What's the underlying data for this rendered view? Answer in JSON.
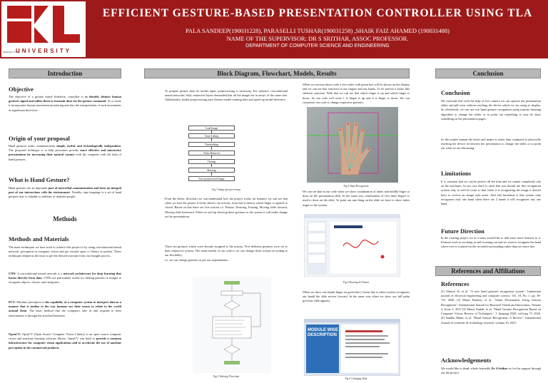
{
  "header": {
    "logo_text": "KL",
    "logo_sub": "UNIVERSITY",
    "logo_deemed": "(DEEMED TO BE",
    "title": "EFFICIENT GESTURE-BASED PRESENTATION CONTROLLER USING TLA",
    "authors": "PALA SANDEEP(190031228), PARASELLI TUSHAR(190031258) ,SHAIK FAIZ AHAMED (190031488)",
    "supervisor": "NAME OF THE SUPERVISOR: DR S SRITHAR, ASSOC PROFESSOR.",
    "department": "DEPARTMENT OF COMPUTER SCIENCE AND ENGINEERING"
  },
  "banners": {
    "left": "Introduction",
    "middle": "Block Diagram, Flowchart, Models, Results",
    "right": "Conclusion"
  },
  "left": {
    "objective_title": "Objective",
    "objective_text_1": "The objective of a gesture based slideshow controller is ",
    "objective_bold_1": "to identify distinct human gestures signal and utilize them to transmit data via the gesture command",
    "objective_text_2": ". As a result, it incorporates human movement monitoring and also the interpretation of such movements as significant directives.",
    "origin_title": "Origin of your proposal",
    "origin_text_1": "Hand gestures make communication ",
    "origin_bold_1": "simple, useful, and technologically independent",
    "origin_text_2": ". The proposed technique is to help presenters provide ",
    "origin_bold_2": "more effective and interactive presentations by increasing their natural contact",
    "origin_text_3": " with the computer with the help of hand gestures.",
    "what_title": "What is Hand Gesture?",
    "what_text_1": "Hand gestures are an important ",
    "what_bold_1": "part of nonverbal communication and form an integral part of our interactions with the environment",
    "what_text_2": ". Notably, sign language is a set of hand gestures that is valuable to millions of disabled people.",
    "methods_banner": "Methods",
    "methods_title": "Methods and Materials",
    "methods_text": "The main techniques we have used to achieve this project is by using convolutional neural network, perception in computer vision and pre existed open cv library in python. These techniques helped us the most to get the desired outcome from our thought process.",
    "cnn_label": "CNN:",
    "cnn_text_1": " A convolutional neural network is a ",
    "cnn_bold_1": "network architecture for deep learning that learns directly from data",
    "cnn_text_2": ". CNNs are particularly useful for finding patterns in images to recognize objects, classes, and categories.",
    "pcv_label": "PCV:",
    "pcv_text_1": " Machine perception is ",
    "pcv_bold_1": "the capability of a computer system to interpret data in a manner that is similar to the way humans use their senses to relate to the world around them",
    "pcv_text_2": ". The basic method that the computers take in and respond to their environment is through the attached hardware.",
    "opencv_label": "OpenCV:",
    "opencv_text_1": " OpenCV (Open Source Computer Vision Library) is an open source computer vision and machine learning software library. OpenCV was built to ",
    "opencv_bold_1": "provide a common infrastructure for computer vision applications and to accelerate the use of machine perception in the commercial products",
    "opencv_text_2": "."
  },
  "middle": {
    "prep_text": "To prepare picture data for model input, preprocessing is necessary. For instance, convolutional neural networks' fully connected layers demanded that all the images be in arrays of the same size. Additionally, model preprocessing may shorten model training time and speed up model inference.",
    "flow_steps": [
      "Load Image",
      "Gray Scaling",
      "Thresholding",
      "Noise Removal",
      "Thining",
      "Skewing",
      "Save preprocessed image"
    ],
    "fig1_caption": "Fig-1 Image pre-processing",
    "below_text": "From the below flowchart we can understand how the project works for instance we can see that when we start the project it lively detects our actions, from that it detects which finger is opened or closed. Based on that there are five actions i.e. Pointer, Drawing, Erasing, Moving slide forward, Moving slide backward. When we end up showing these gestures to the system it will make change on the presentations.",
    "three_text": "There are gestures which were already assigned to the actions. Five different gestures were set to their respective actions. The main benefit of our code is we can change those actions according to our flexibility.\ni.e. we can change gestures as per our requirements.",
    "fig2_caption": "Fig-2 Working Flowchart",
    "hand_text": "When we execute above code a live video with green line will be shown on the display and we can see that structure of our fingers and our hands. To be precise it looks like skeleton structure. With that we can see that which finger is up and which finger is down. So our code will write 1 if finger is up and 0 is finger is down. We can customize our code to change respective gestures.",
    "fig3_caption": "Fig-3 Hand Recognition",
    "combo_text": "We can see that in our code when we show combination of index and middle finger to draw on the presentation slide. In the same way combination of first three fingers is used to draw on the slide. To point out any thing on the slide we have to show index finger to the system.",
    "fig4_caption": "Fig-4 Drawing & Pointer",
    "thumb_text": "When we show our thumb finger on green line ( Green line is where system recognizes our hand) the slide moves forward. In the same way when we show our full palm previous slide appears.",
    "fig5_caption": "Fig-5 Changing Slide",
    "slide_heading": "MODULE WISE DESCRIPTION"
  },
  "right": {
    "conclusion_title": "Conclusion",
    "conclusion_text": "We conclude that with the help of live camera we can operate the presentation slides and pdf even without reaching the device which we are using to display. So effortlessly we can use our hand gesture recognition using transfer learning algorithm to change the slides or to point out something or may be draw something on the presentation pages.",
    "conclusion_text2": "So this makes human life better and makes it easier than compared to physically reaching the device in between the presentation to change the slides or to point out what we are discussing.",
    "limitations_title": "Limitations",
    "limitations_text": "It is common that we can be perfect all the time and we cannot completely rely on the machines. In our case there is catch that you should use this recognition system only in well lit room so that when it is recognizing the image it doesn't have to receive an image with noise. And 2nd limitation is that system only recognizes only one hand when there are 2 hands it will recognizes any one hand.",
    "future_title": "Future Direction",
    "future_text": "In the existing project we as a team would like to add some more features to it. Features such as zooming in and zooming out and we want to recognize the hand where ever it is placed in the recorded surrounding rather than on centre line.",
    "refs_banner": "References and Affiliations",
    "refs_title": "References",
    "refs_text": "[1] Ahmed, K, et al. \"A new hand gestures recognition system\", Indonesian journal of electrical engineering and computer science, Vol. 18, No. 1, pp. 49--55, 2020. [2] Monir Pauleen, et al. \"Smart Presentation Using Gesture Recognition\", International Journal for Research Trends and Innovation, Volume 2, Issue 3, 2017.[3] Munir Oudah, et al. \"Hand Gesture Recognition Based on Computer Vision: Review of Techniques\", J. Imaging 2020, vol.6,pg 73, 2020. [4] Sandhu Munir, et al. \"Hand Gesture Recognition: A Review\", International Journal of scientific & technology research, volume 10, 2021.",
    "ack_title": "Acknowledgements",
    "ack_text_1": "We would like to thank whole heartedly ",
    "ack_bold": "Dr S.Srithar",
    "ack_text_2": " sir for his support through out the project."
  }
}
